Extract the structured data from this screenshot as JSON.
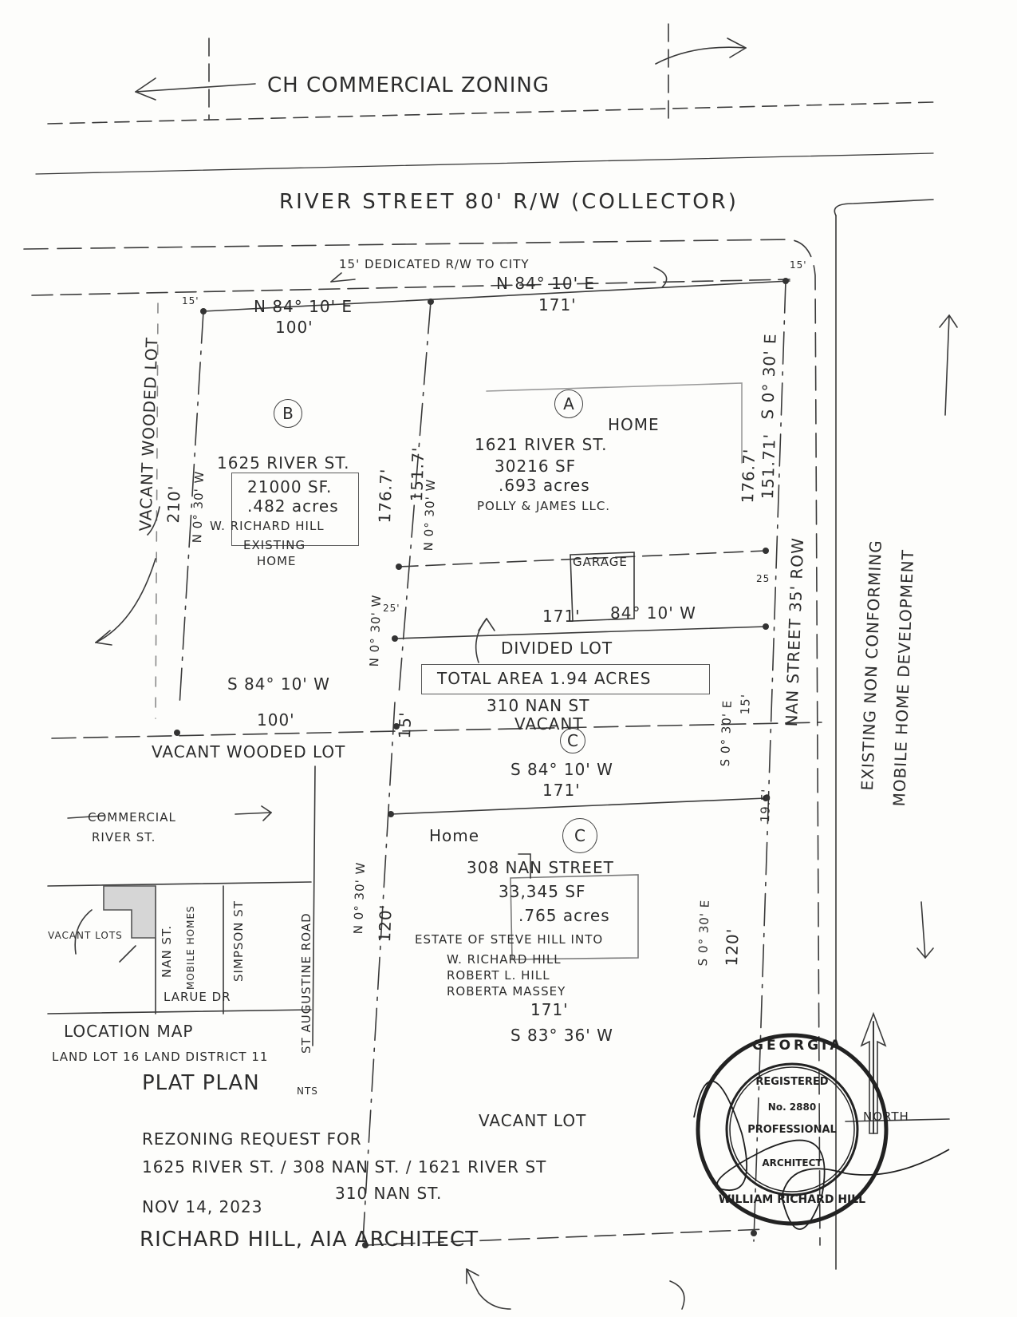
{
  "zoning": {
    "top": "CH COMMERCIAL ZONING"
  },
  "streets": {
    "river": "RIVER STREET 80' R/W (COLLECTOR)",
    "dedicated": "15' DEDICATED R/W TO CITY",
    "nan": "NAN STREET 35' ROW"
  },
  "east": {
    "line1": "EXISTING NON CONFORMING",
    "line2": "MOBILE HOME DEVELOPMENT"
  },
  "west": {
    "label": "VACANT WOODED LOT"
  },
  "north_arrow": "NORTH",
  "bearings": {
    "b_north": "N 84° 10' E",
    "b_north_len": "100'",
    "a_north": "N 84° 10' E",
    "a_north_len": "171'",
    "b_west": "N 0° 30' W",
    "b_west_len": "210'",
    "b_east_len": "176.7'",
    "a_west": "N 0° 30' W",
    "a_west_len": "151.7'",
    "a_east_len": "176.7'",
    "a_east_len2": "151.71'",
    "a_east": "S 0° 30' E",
    "a_south": "84° 10' W",
    "a_south_len": "171'",
    "b_south": "S 84° 10' W",
    "b_south_len": "100'",
    "c1_south": "S 84° 10' W",
    "c1_south_len": "171'",
    "c2_south": "S 83° 36' W",
    "c2_south_len": "171'",
    "west_lower": "N 0° 30' W",
    "west_lower_len": "120'",
    "west_mid": "N 0° 30' W",
    "west_mid_len": "15'",
    "west_small": "25'",
    "east_mid": "S 0° 30' E",
    "east_mid_len": "15'",
    "east_small": "25",
    "east_lower": "S 0° 30' E",
    "east_lower_len": "120'",
    "east_195": "19.5'",
    "corner_15a": "15'",
    "corner_15b": "15'"
  },
  "lots": {
    "a": {
      "marker": "A",
      "address": "1621 RIVER ST.",
      "sf": "30216 SF",
      "acres": ".693 acres",
      "owner": "POLLY & JAMES LLC.",
      "home": "HOME",
      "garage": "GARAGE"
    },
    "b": {
      "marker": "B",
      "address": "1625 RIVER ST.",
      "sf": "21000 SF.",
      "acres": ".482 acres",
      "owner": "W. RICHARD HILL",
      "existing": "EXISTING",
      "home": "HOME"
    },
    "c_vacant": {
      "address": "310 NAN ST",
      "status": "VACANT",
      "marker": "C"
    },
    "c_home": {
      "marker": "C",
      "home": "Home",
      "address": "308 NAN STREET",
      "sf": "33,345 SF",
      "acres": ".765 acres",
      "owner1": "ESTATE OF STEVE HILL INTO",
      "owner2": "W. RICHARD HILL",
      "owner3": "ROBERT L. HILL",
      "owner4": "ROBERTA MASSEY"
    }
  },
  "divided": {
    "label": "DIVIDED LOT",
    "total": "TOTAL AREA 1.94 ACRES"
  },
  "south": {
    "vacant": "VACANT LOT"
  },
  "vacant_wooded_south": "VACANT WOODED LOT",
  "location_map": {
    "commercial": "COMMERCIAL",
    "river": "RIVER ST.",
    "vacant_lots": "VACANT LOTS",
    "nan": "NAN ST.",
    "mobile": "MOBILE HOMES",
    "simpson": "SIMPSON ST",
    "larue": "LARUE DR",
    "augustine": "ST AUGUSTINE ROAD",
    "title": "LOCATION MAP",
    "land": "LAND LOT 16 LAND DISTRICT 11"
  },
  "plat": {
    "title": "PLAT PLAN",
    "nts": "NTS"
  },
  "footer": {
    "line1": "REZONING REQUEST FOR",
    "line2": "1625 RIVER ST. / 308 NAN ST. / 1621 RIVER ST",
    "line3": "310 NAN ST.",
    "date": "NOV 14, 2023",
    "architect": "RICHARD HILL, AIA ARCHITECT"
  },
  "seal": {
    "state": "GEORGIA",
    "registered": "REGISTERED",
    "number": "No. 2880",
    "professional": "PROFESSIONAL",
    "architect": "ARCHITECT",
    "name": "WILLIAM RICHARD HILL"
  }
}
